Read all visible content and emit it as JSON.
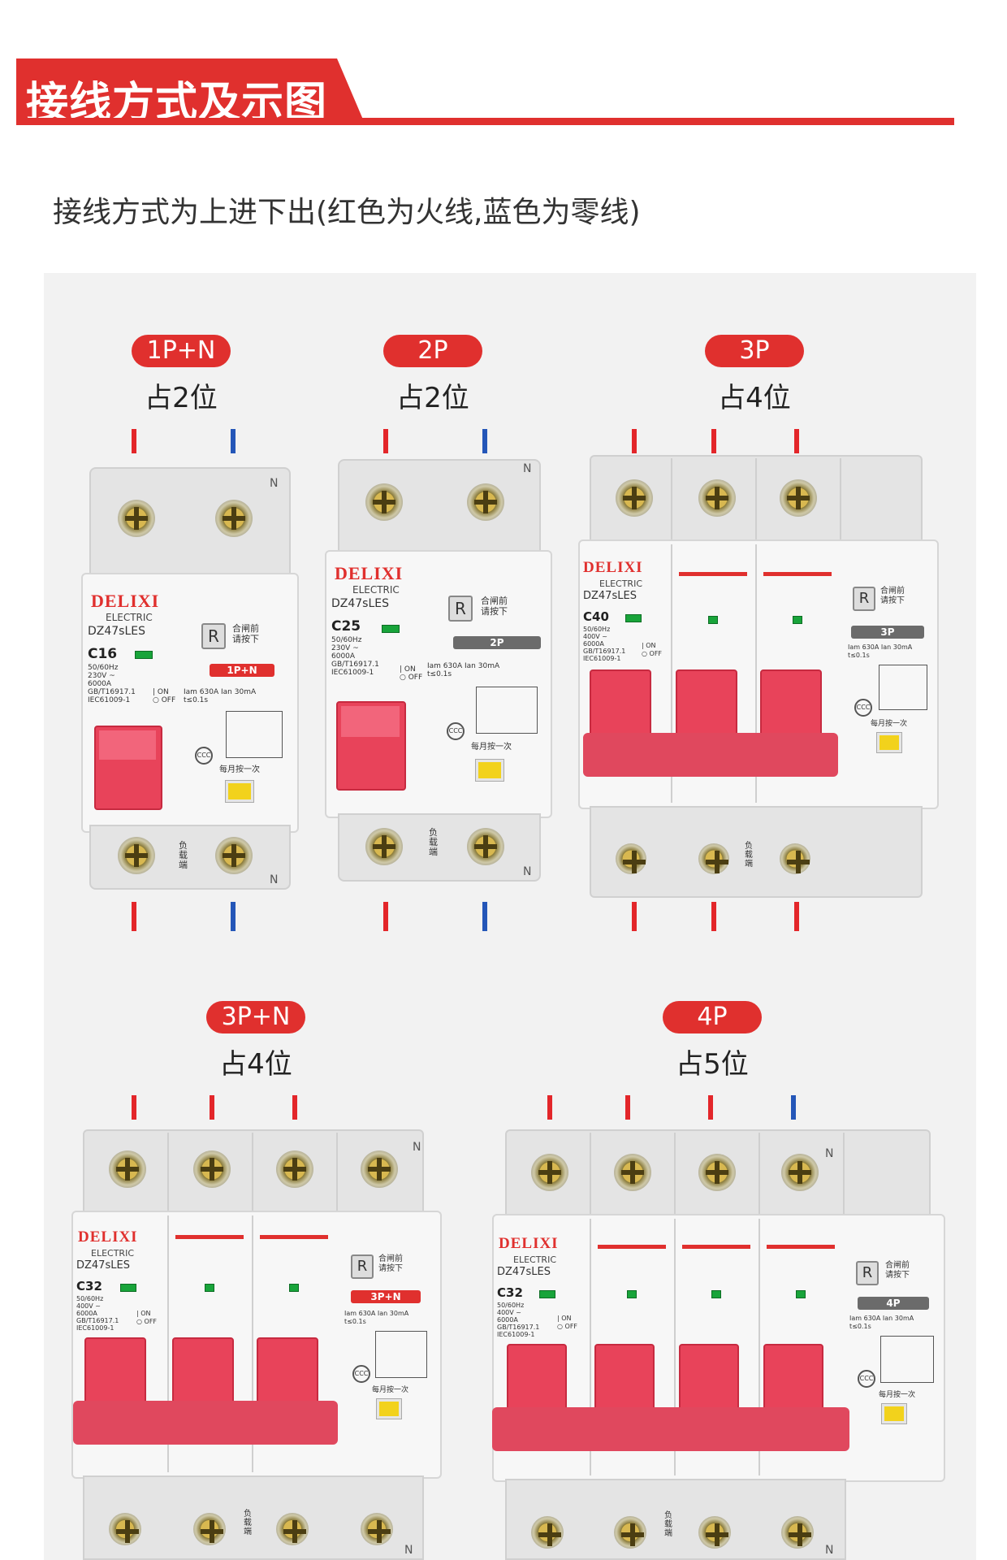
{
  "header": {
    "title": "接线方式及示图"
  },
  "subtitle": "接线方式为上进下出(红色为火线,蓝色为零线)",
  "brand": {
    "name": "DELIXI",
    "sub": "ELECTRIC",
    "model": "DZ47sLES"
  },
  "labels": {
    "reset": "R",
    "reset_hint_1": "合闸前",
    "reset_hint_2": "请按下",
    "on": "ON",
    "off": "OFF",
    "monthly_test": "每月按一次",
    "load_side": "负载端",
    "neutral": "N",
    "freq_1p": "50/60Hz",
    "volt_1p": "230V ~",
    "volt_3p": "400V ~",
    "breaking": "6000A",
    "std_1": "GB/T16917.1",
    "std_2": "IEC61009-1",
    "im": "Iam 630A",
    "idn": "Ian 30mA",
    "time": "t≤0.1s"
  },
  "colors": {
    "accent": "#e0302e",
    "live": "#e3262a",
    "neutral_wire": "#2456b8"
  },
  "breakers": [
    {
      "type": "1P+N",
      "slots": "占2位",
      "rating": "C16",
      "wires": [
        "live",
        "neutral"
      ]
    },
    {
      "type": "2P",
      "slots": "占2位",
      "rating": "C25",
      "wires": [
        "live",
        "neutral"
      ]
    },
    {
      "type": "3P",
      "slots": "占4位",
      "rating": "C40",
      "wires": [
        "live",
        "live",
        "live"
      ]
    },
    {
      "type": "3P+N",
      "slots": "占4位",
      "rating": "C32",
      "wires": [
        "live",
        "live",
        "live"
      ]
    },
    {
      "type": "4P",
      "slots": "占5位",
      "rating": "C32",
      "wires": [
        "live",
        "live",
        "live",
        "neutral"
      ]
    }
  ]
}
